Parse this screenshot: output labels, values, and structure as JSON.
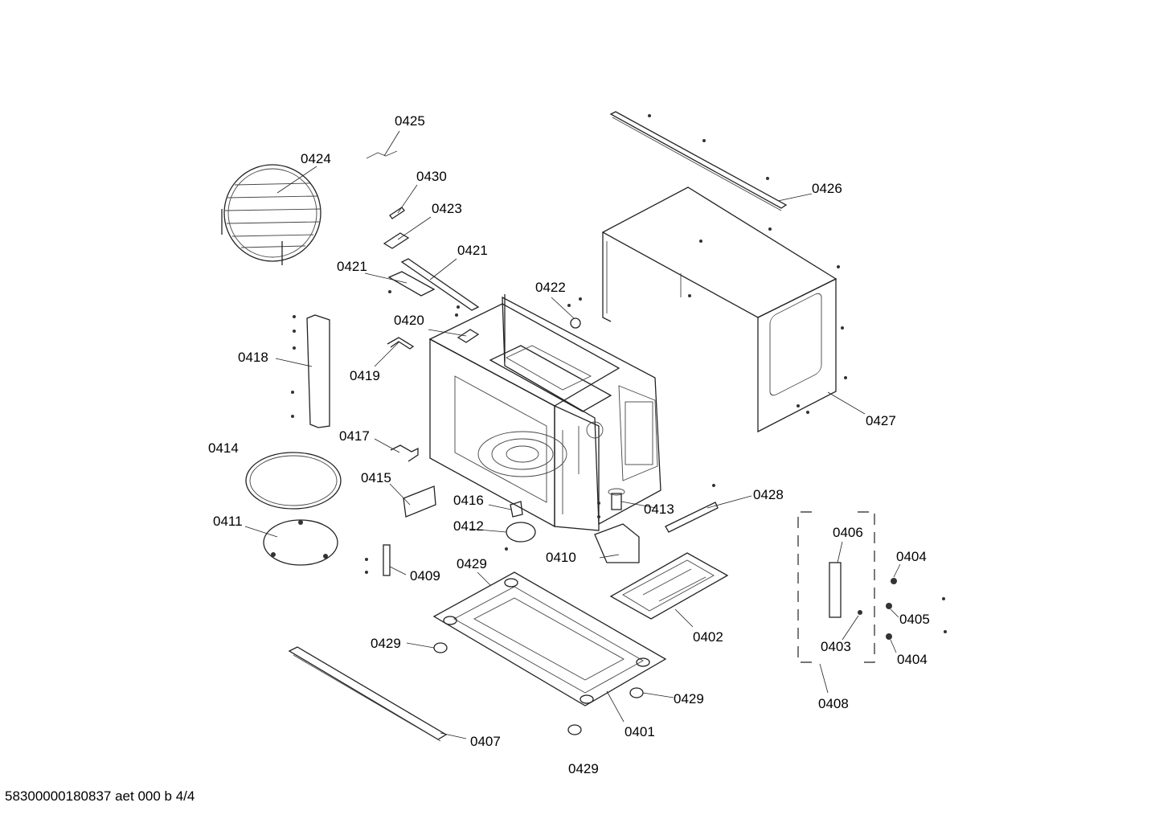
{
  "callouts": {
    "c0401": "0401",
    "c0402": "0402",
    "c0403": "0403",
    "c0404a": "0404",
    "c0404b": "0404",
    "c0405": "0405",
    "c0406": "0406",
    "c0407": "0407",
    "c0408": "0408",
    "c0409": "0409",
    "c0410": "0410",
    "c0411": "0411",
    "c0412": "0412",
    "c0413": "0413",
    "c0414": "0414",
    "c0415": "0415",
    "c0416": "0416",
    "c0417": "0417",
    "c0418": "0418",
    "c0419": "0419",
    "c0420": "0420",
    "c0421a": "0421",
    "c0421b": "0421",
    "c0422": "0422",
    "c0423": "0423",
    "c0424": "0424",
    "c0425": "0425",
    "c0426": "0426",
    "c0427": "0427",
    "c0428": "0428",
    "c0429a": "0429",
    "c0429b": "0429",
    "c0429c": "0429",
    "c0429d": "0429",
    "c0430": "0430"
  },
  "footer": {
    "doc_id": "58300000180837 aet 000 b 4/4"
  },
  "style": {
    "line_color": "#222222",
    "background": "#ffffff"
  }
}
